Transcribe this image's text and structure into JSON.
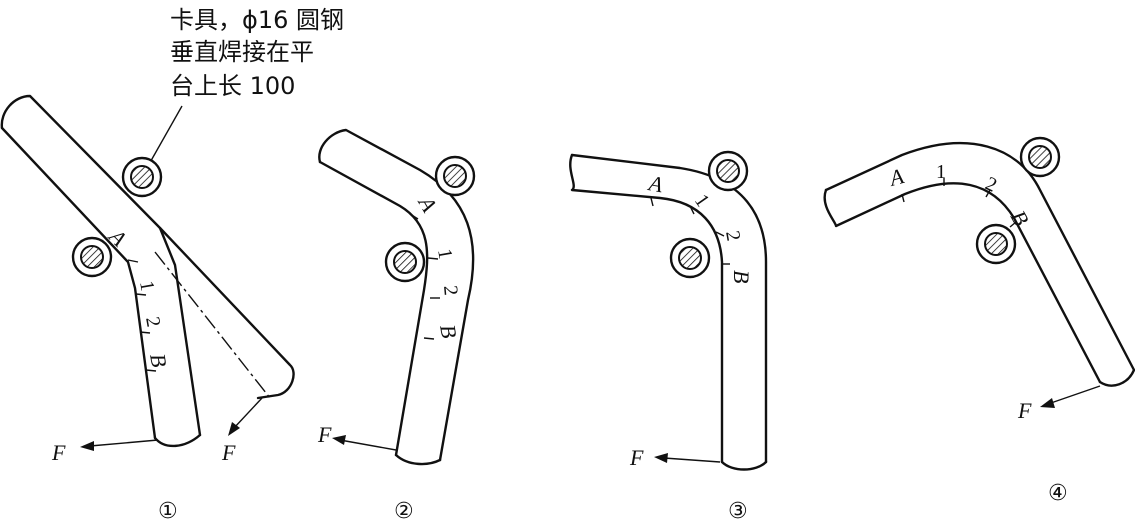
{
  "note": {
    "line1": "卡具，ϕ16 圆钢",
    "line2": "垂直焊接在平",
    "line3": "台上长 100"
  },
  "labels": {
    "force": "F",
    "mark_a": "A",
    "mark_1": "1",
    "mark_2": "2",
    "mark_b": "B"
  },
  "steps": [
    "①",
    "②",
    "③",
    "④"
  ]
}
